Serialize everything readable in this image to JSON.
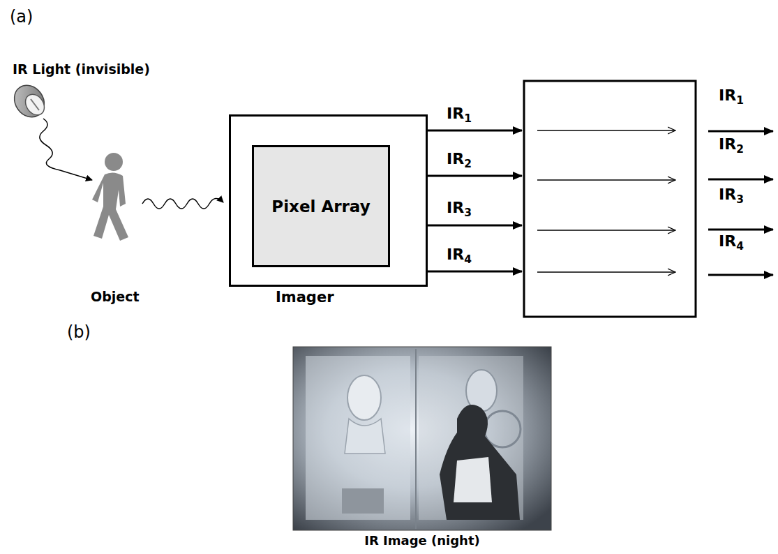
{
  "diagram": {
    "nodes": [
      {
        "text": [
          "Imager"
        ]
      },
      {
        "text": [
          "Pixel Array"
        ],
        "in": 0
      }
    ],
    "labels": [
      "(a)",
      "IR Light (invisible)",
      "Object",
      "IR1",
      "IR2",
      "IR3",
      "IR4",
      "IR1",
      "IR2",
      "IR3",
      "IR4",
      "(b)",
      "IR Image (night)"
    ]
  }
}
